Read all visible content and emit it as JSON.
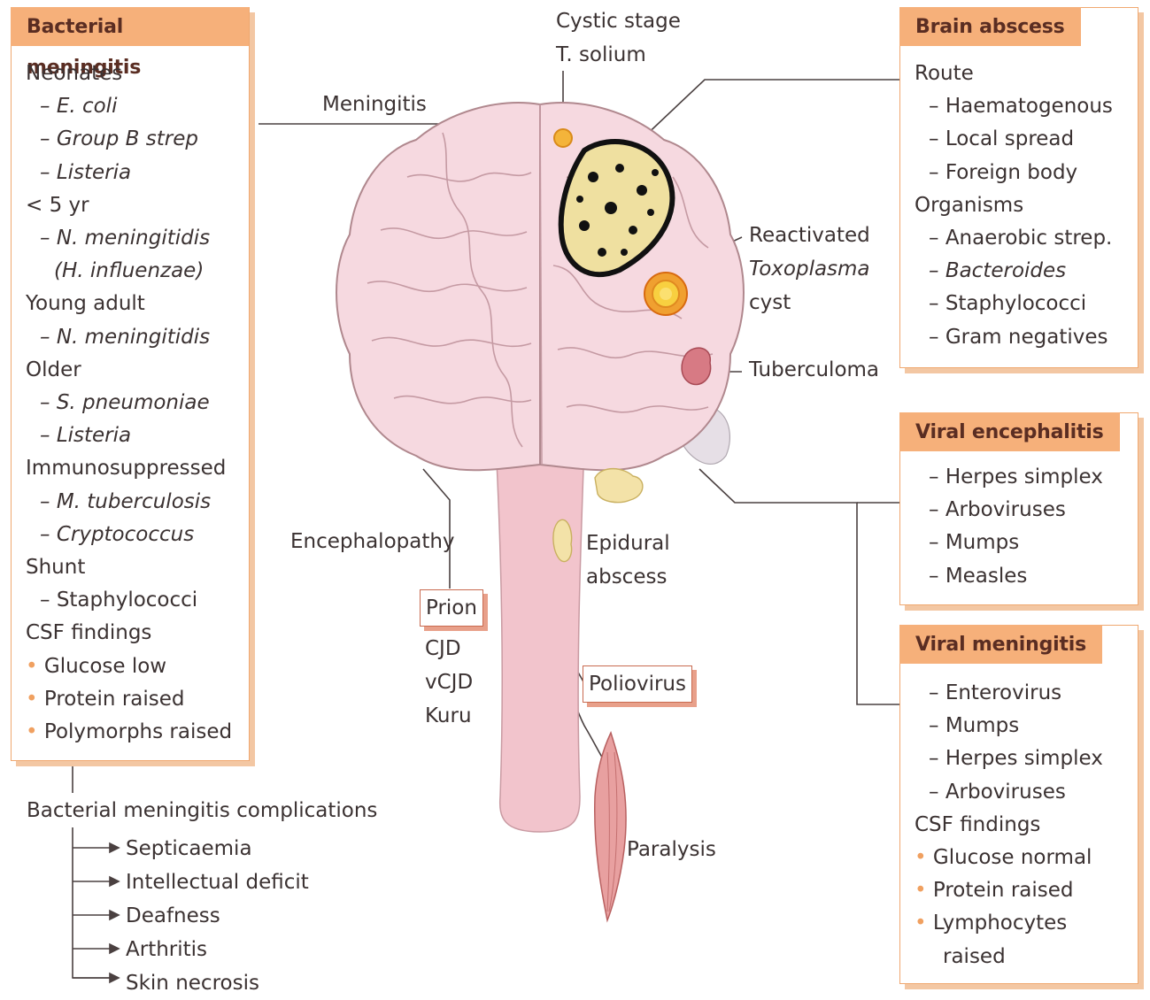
{
  "bacterial_meningitis": {
    "title": "Bacterial meningitis",
    "lines": [
      {
        "t": "Neonates",
        "k": "h"
      },
      {
        "t": "E. coli",
        "k": "sub it"
      },
      {
        "t": "Group B strep",
        "k": "sub it"
      },
      {
        "t": "Listeria",
        "k": "sub it"
      },
      {
        "t": "< 5 yr",
        "k": "h"
      },
      {
        "t": "N. meningitidis",
        "k": "sub it"
      },
      {
        "t": "(H. influenzae)",
        "k": "indent2 it"
      },
      {
        "t": "Young adult",
        "k": "h"
      },
      {
        "t": "N. meningitidis",
        "k": "sub it"
      },
      {
        "t": "Older",
        "k": "h"
      },
      {
        "t": "S. pneumoniae",
        "k": "sub it"
      },
      {
        "t": "Listeria",
        "k": "sub it"
      },
      {
        "t": "Immunosuppressed",
        "k": "h"
      },
      {
        "t": "M. tuberculosis",
        "k": "sub it"
      },
      {
        "t": "Cryptococcus",
        "k": "sub it"
      },
      {
        "t": "Shunt",
        "k": "h"
      },
      {
        "t": "Staphylococci",
        "k": "sub"
      },
      {
        "t": "CSF findings",
        "k": "h"
      },
      {
        "t": "Glucose low",
        "k": "bullet"
      },
      {
        "t": "Protein raised",
        "k": "bullet"
      },
      {
        "t": "Polymorphs raised",
        "k": "bullet"
      }
    ]
  },
  "complications": {
    "title": "Bacterial meningitis complications",
    "items": [
      "Septicaemia",
      "Intellectual deficit",
      "Deafness",
      "Arthritis",
      "Skin necrosis"
    ]
  },
  "brain_abscess": {
    "title": "Brain abscess",
    "lines": [
      {
        "t": "Route",
        "k": "h"
      },
      {
        "t": "Haematogenous",
        "k": "sub"
      },
      {
        "t": "Local spread",
        "k": "sub"
      },
      {
        "t": "Foreign body",
        "k": "sub"
      },
      {
        "t": "Organisms",
        "k": "h"
      },
      {
        "t": "Anaerobic strep.",
        "k": "sub"
      },
      {
        "t": "Bacteroides",
        "k": "sub it"
      },
      {
        "t": "Staphylococci",
        "k": "sub"
      },
      {
        "t": "Gram negatives",
        "k": "sub"
      }
    ]
  },
  "viral_encephalitis": {
    "title": "Viral encephalitis",
    "lines": [
      {
        "t": "Herpes simplex",
        "k": "sub"
      },
      {
        "t": "Arboviruses",
        "k": "sub"
      },
      {
        "t": "Mumps",
        "k": "sub"
      },
      {
        "t": "Measles",
        "k": "sub"
      }
    ]
  },
  "viral_meningitis": {
    "title": "Viral meningitis",
    "lines": [
      {
        "t": "Enterovirus",
        "k": "sub"
      },
      {
        "t": "Mumps",
        "k": "sub"
      },
      {
        "t": "Herpes simplex",
        "k": "sub"
      },
      {
        "t": "Arboviruses",
        "k": "sub"
      },
      {
        "t": "CSF findings",
        "k": "h"
      },
      {
        "t": "Glucose normal",
        "k": "bullet"
      },
      {
        "t": "Protein raised",
        "k": "bullet"
      },
      {
        "t": "Lymphocytes",
        "k": "bullet"
      },
      {
        "t": "raised",
        "k": "indent2"
      }
    ]
  },
  "labels": {
    "meningitis": "Meningitis",
    "cystic_stage_1": "Cystic stage",
    "cystic_stage_2": "T. solium",
    "toxo_1": "Reactivated",
    "toxo_2": "Toxoplasma",
    "toxo_3": "cyst",
    "tuberculoma": "Tuberculoma",
    "encephalopathy": "Encephalopathy",
    "epidural_1": "Epidural",
    "epidural_2": "abscess",
    "paralysis": "Paralysis"
  },
  "prion": {
    "title": "Prion",
    "items": [
      "CJD",
      "vCJD",
      "Kuru"
    ]
  },
  "poliovirus": "Poliovirus",
  "colors": {
    "brain": "#f6d9e0",
    "brain_outline": "#b0888e",
    "title_fill": "#f6b07a",
    "box_border": "#f0a870",
    "stem": "#f2c4cc"
  }
}
